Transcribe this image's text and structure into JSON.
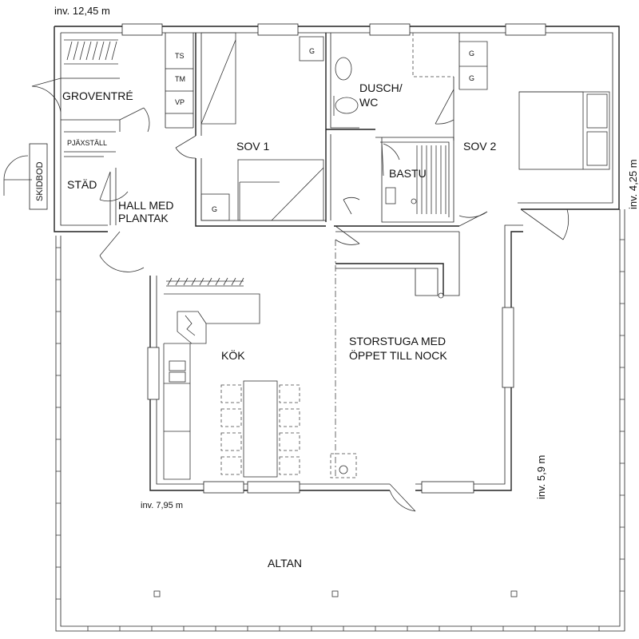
{
  "dimensions": {
    "top": "inv. 12,45 m",
    "right": "inv. 4,25 m",
    "right_lower": "inv. 5,9 m",
    "bottom_left": "inv. 7,95 m"
  },
  "rooms": {
    "groventre": "GROVENTRÉ",
    "pjaxstall": "PJÄXSTÄLL",
    "stad": "STÄD",
    "hall_line1": "HALL MED",
    "hall_line2": "PLANTAK",
    "skidbod": "SKIDBOD",
    "sov1": "SOV 1",
    "dusch_line1": "DUSCH/",
    "dusch_line2": "WC",
    "bastu": "BASTU",
    "sov2": "SOV 2",
    "kok": "KÖK",
    "storstuga_line1": "STORSTUGA MED",
    "storstuga_line2": "ÖPPET TILL NOCK",
    "altan": "ALTAN"
  },
  "fixtures": {
    "ts": "TS",
    "tm": "TM",
    "vp": "VP",
    "g": "G"
  }
}
